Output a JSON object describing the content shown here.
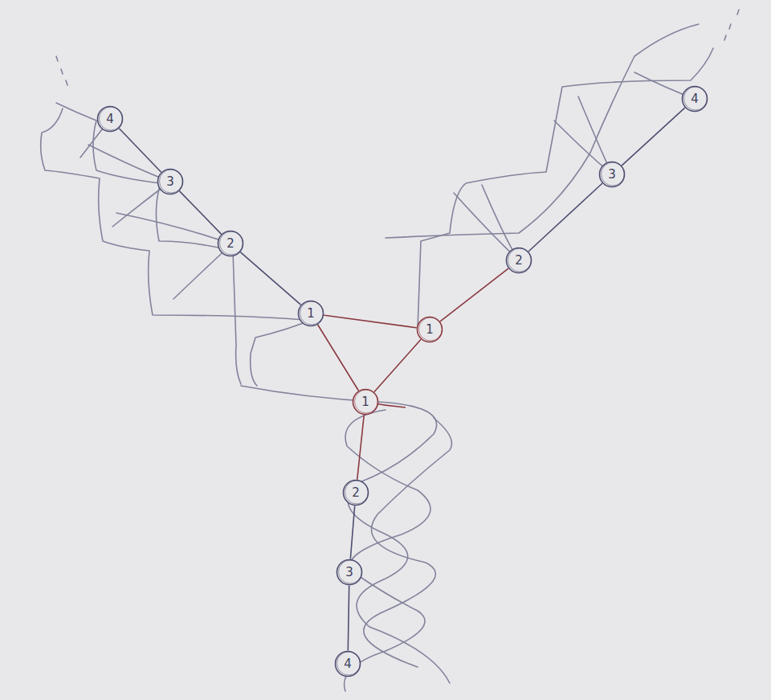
{
  "diagram": {
    "nodes": [
      {
        "text": [
          "4"
        ]
      },
      {
        "text": [
          "3"
        ]
      },
      {
        "text": [
          "2"
        ]
      },
      {
        "text": [
          "1"
        ]
      },
      {
        "text": [
          "4"
        ]
      },
      {
        "text": [
          "3"
        ]
      },
      {
        "text": [
          "2"
        ]
      },
      {
        "text": [
          "1"
        ]
      },
      {
        "text": [
          "1"
        ]
      },
      {
        "text": [
          "2"
        ]
      },
      {
        "text": [
          "3"
        ]
      },
      {
        "text": [
          "4"
        ]
      }
    ],
    "edges": [
      {
        "from": 0,
        "to": 1,
        "arrow": "none"
      },
      {
        "from": 1,
        "to": 2,
        "arrow": "none"
      },
      {
        "from": 2,
        "to": 3,
        "arrow": "none"
      },
      {
        "from": 4,
        "to": 5,
        "arrow": "none"
      },
      {
        "from": 5,
        "to": 6,
        "arrow": "none"
      },
      {
        "from": 6,
        "to": 7,
        "arrow": "none"
      },
      {
        "from": 3,
        "to": 7,
        "arrow": "none"
      },
      {
        "from": 3,
        "to": 8,
        "arrow": "none"
      },
      {
        "from": 7,
        "to": 8,
        "arrow": "none"
      },
      {
        "from": 8,
        "to": 9,
        "arrow": "none"
      },
      {
        "from": 9,
        "to": 10,
        "arrow": "none"
      },
      {
        "from": 10,
        "to": 11,
        "arrow": "none"
      }
    ]
  }
}
